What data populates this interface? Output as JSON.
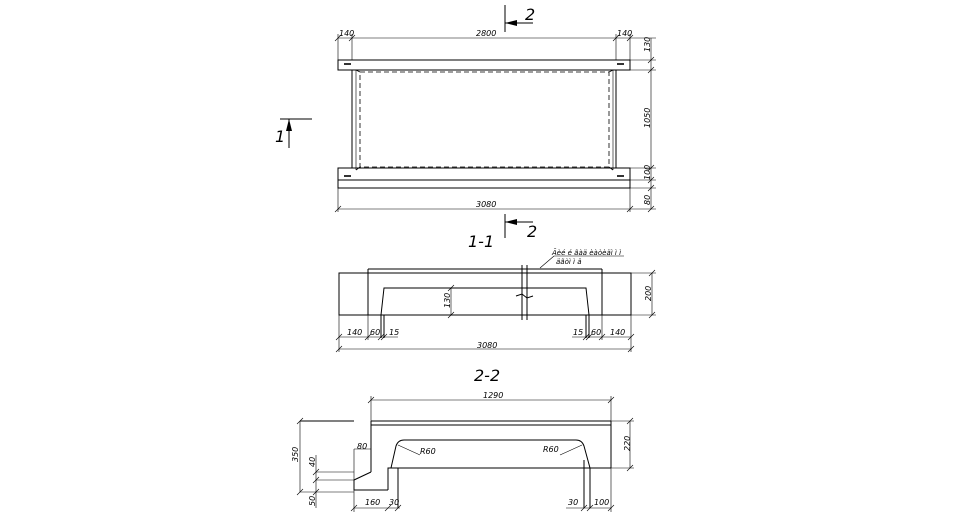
{
  "plan": {
    "dims_top": [
      "140",
      "2800",
      "140"
    ],
    "dims_right": [
      "130",
      "1050",
      "100",
      "80"
    ],
    "dim_bottom": "3080",
    "cut_top": "2",
    "cut_bottom": "2",
    "cut_left": "1"
  },
  "section_1": {
    "title": "1-1",
    "note_line1": "Ãèé é ãàä èàòèäì ì ì",
    "note_line2": "äãòì ì ä",
    "height_dim": "200",
    "inner_height_dim": "130",
    "bottom_dims": [
      "140",
      "60",
      "15",
      "15",
      "60",
      "140"
    ],
    "total_dim": "3080"
  },
  "section_2": {
    "title": "2-2",
    "top_dim": "1290",
    "right_dim": "220",
    "left_dims": [
      "350",
      "40",
      "50"
    ],
    "step_dim": "80",
    "radius_left": "R60",
    "radius_right": "R60",
    "bottom_dims": [
      "160",
      "30",
      "30",
      "100"
    ]
  }
}
